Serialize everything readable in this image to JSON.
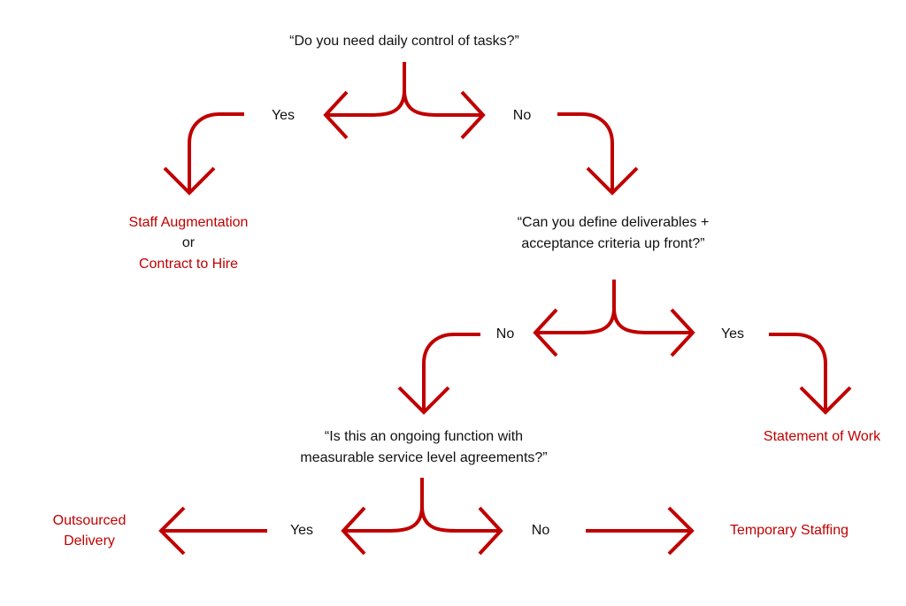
{
  "colors": {
    "accent": "#c00000",
    "text": "#111111",
    "background": "#ffffff"
  },
  "questions": {
    "q1": "“Do you need daily control of tasks?”",
    "q2_line1": "“Can you define deliverables +",
    "q2_line2": "acceptance criteria up front?”",
    "q3_line1": "“Is this an ongoing function with",
    "q3_line2": "measurable service level agreements?”"
  },
  "branch_labels": {
    "q1_yes": "Yes",
    "q1_no": "No",
    "q2_no": "No",
    "q2_yes": "Yes",
    "q3_yes": "Yes",
    "q3_no": "No"
  },
  "outcomes": {
    "staff_augmentation": "Staff Augmentation",
    "or": "or",
    "contract_to_hire": "Contract to Hire",
    "statement_of_work": "Statement of Work",
    "outsourced_line1": "Outsourced",
    "outsourced_line2": "Delivery",
    "temporary_staffing": "Temporary Staffing"
  }
}
